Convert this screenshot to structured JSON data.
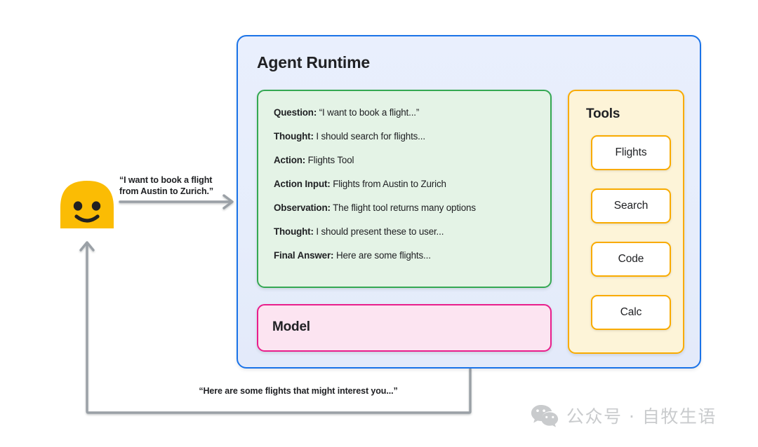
{
  "colors": {
    "runtime_border": "#1a73e8",
    "runtime_fill": "#e8eefc",
    "reasoning_border": "#34a853",
    "reasoning_fill": "#e4f3e6",
    "model_border": "#e91e8c",
    "model_fill": "#fce4f1",
    "tools_border": "#f9ab00",
    "tools_fill": "#fdf4d8",
    "arrow": "#9aa0a6",
    "avatar": "#fbbc04",
    "watermark": "#c9cbcd"
  },
  "user": {
    "avatar_icon": "smiley-blob-face-icon",
    "request_label_line1": "“I want to book a flight",
    "request_label_line2": "from Austin to Zurich.”",
    "response_label": "“Here are some flights that might interest you...”"
  },
  "runtime": {
    "title": "Agent Runtime"
  },
  "reasoning": {
    "lines": [
      {
        "label": "Question:",
        "value": "“I want to book a flight...”"
      },
      {
        "label": "Thought:",
        "value": "I should search for flights..."
      },
      {
        "label": "Action:",
        "value": "Flights Tool"
      },
      {
        "label": "Action Input:",
        "value": "Flights from Austin to Zurich"
      },
      {
        "label": "Observation:",
        "value": "The flight tool returns many options"
      },
      {
        "label": "Thought:",
        "value": "I should present these to user..."
      },
      {
        "label": "Final Answer:",
        "value": "Here are some flights..."
      }
    ]
  },
  "model": {
    "title": "Model"
  },
  "tools": {
    "title": "Tools",
    "items": [
      {
        "label": "Flights"
      },
      {
        "label": "Search"
      },
      {
        "label": "Code"
      },
      {
        "label": "Calc"
      }
    ]
  },
  "watermark": {
    "logo_icon": "wechat-logo-icon",
    "text": "公众号 · 自牧生语"
  }
}
